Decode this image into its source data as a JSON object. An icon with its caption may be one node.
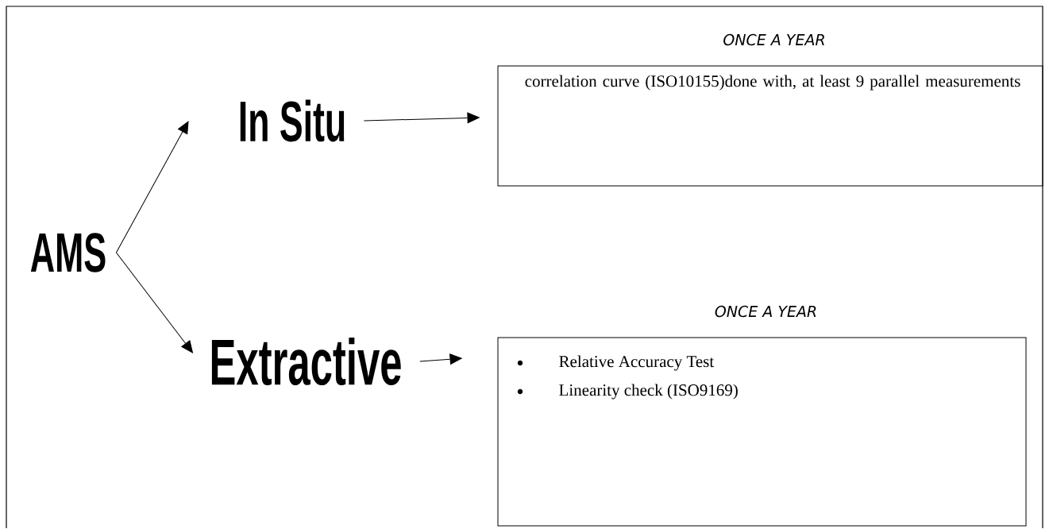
{
  "diagram": {
    "nodes": [
      {
        "text": [
          "AMS"
        ]
      },
      {
        "text": [
          "In Situ"
        ]
      },
      {
        "text": [
          "ONCE A YEAR",
          "correlation curve (ISO10155)done with, at least 9 parallel measurements"
        ]
      },
      {
        "text": [
          "Extractive"
        ]
      },
      {
        "text": [
          "ONCE A YEAR",
          "Relative Accuracy Test",
          "Linearity check (ISO9169)"
        ]
      }
    ],
    "edges": [
      {
        "from": 0,
        "to": 1,
        "arrow": "to"
      },
      {
        "from": 0,
        "to": 3,
        "arrow": "to"
      },
      {
        "from": 1,
        "to": 2,
        "arrow": "to"
      },
      {
        "from": 3,
        "to": 4,
        "arrow": "to"
      }
    ]
  }
}
